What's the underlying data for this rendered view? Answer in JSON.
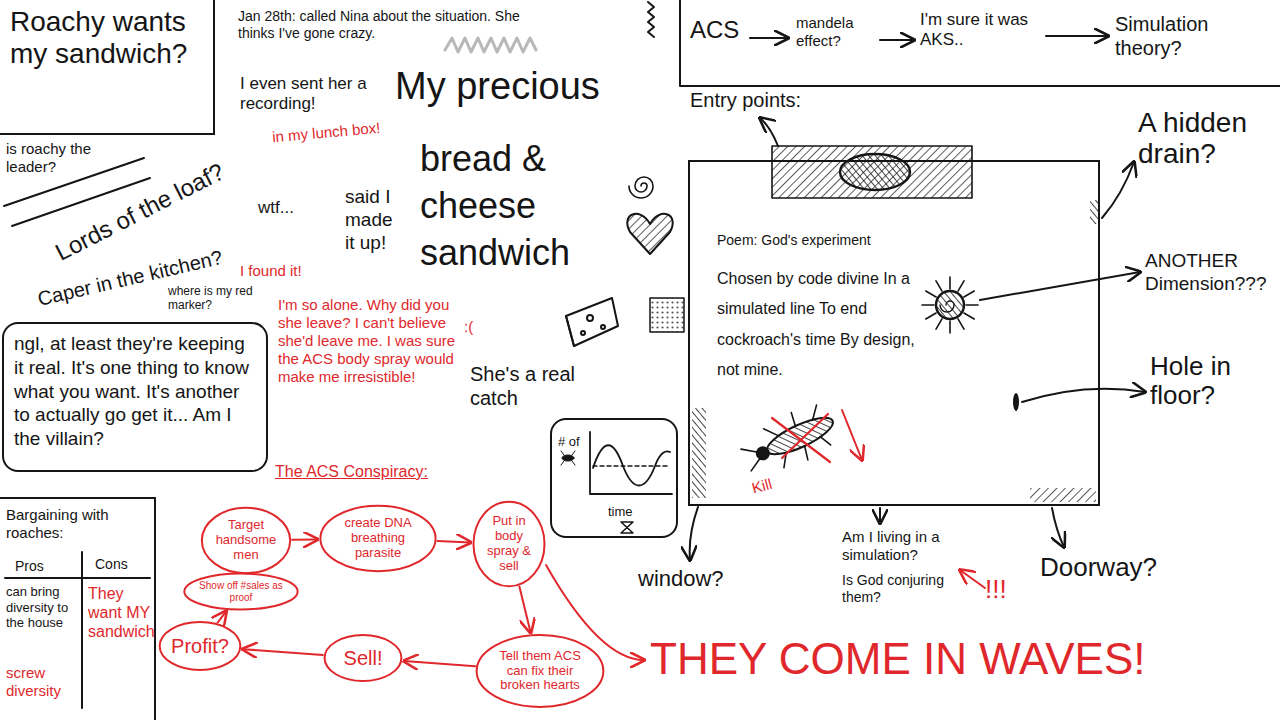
{
  "diagram": {
    "nodes": [
      {
        "text": [
          "Roachy wants my sandwich?"
        ]
      },
      {
        "text": [
          "ngl, at least they're keeping it real. It's one thing to know what you want. It's another to actually go get it... Am I the villain?"
        ]
      },
      {
        "text": [
          "# of",
          "time"
        ]
      },
      {
        "text": [
          "Poem: God's experiment",
          "Chosen by code divine In a simulated line To end cockroach's time By design, not mine.",
          "Kill"
        ]
      },
      {
        "text": [
          "Target handsome men"
        ]
      },
      {
        "text": [
          "create DNA breathing parasite"
        ]
      },
      {
        "text": [
          "Put in body spray & sell"
        ]
      },
      {
        "text": [
          "Show off #sales as proof"
        ]
      },
      {
        "text": [
          "Profit?"
        ]
      },
      {
        "text": [
          "Sell!"
        ]
      },
      {
        "text": [
          "Tell them ACS can fix their broken hearts"
        ]
      }
    ],
    "edges": [
      {
        "from": 4,
        "to": 5,
        "arrow": "to"
      },
      {
        "from": 5,
        "to": 6,
        "arrow": "to"
      },
      {
        "from": 6,
        "to": 10,
        "arrow": "to"
      },
      {
        "from": 10,
        "to": 9,
        "arrow": "to"
      },
      {
        "from": 9,
        "to": 8,
        "arrow": "to"
      },
      {
        "from": 8,
        "to": 7,
        "arrow": "to"
      }
    ],
    "labels": [
      "is roachy the leader?",
      "Lords of the loaf?",
      "Caper in the kitchen?",
      "where is my red marker?",
      "Jan 28th: called Nina about the situation. She thinks I've gone crazy.",
      "I even sent her a recording!",
      "in my lunch box!",
      "wtf...",
      "said I made it up!",
      "My precious",
      "bread & cheese sandwich",
      "I found it!",
      "I'm so alone. Why did you she leave? I can't believe she'd leave me. I was sure the ACS body spray would make me irresistible!",
      ":(",
      "The ACS Conspiracy:",
      "She's a real catch",
      "ACS",
      "mandela effect?",
      "I'm sure it was AKS..",
      "Simulation theory?",
      "Entry points:",
      "A hidden drain?",
      "ANOTHER Dimension???",
      "Hole in floor?",
      "Am I living in a simulation?",
      "Is God conjuring them?",
      "!!!",
      "Doorway?",
      "window?",
      "THEY COME IN WAVES!",
      "Bargaining with roaches:",
      "Pros",
      "Cons",
      "can bring diversity to the house",
      "They want MY sandwich",
      "screw diversity"
    ]
  }
}
